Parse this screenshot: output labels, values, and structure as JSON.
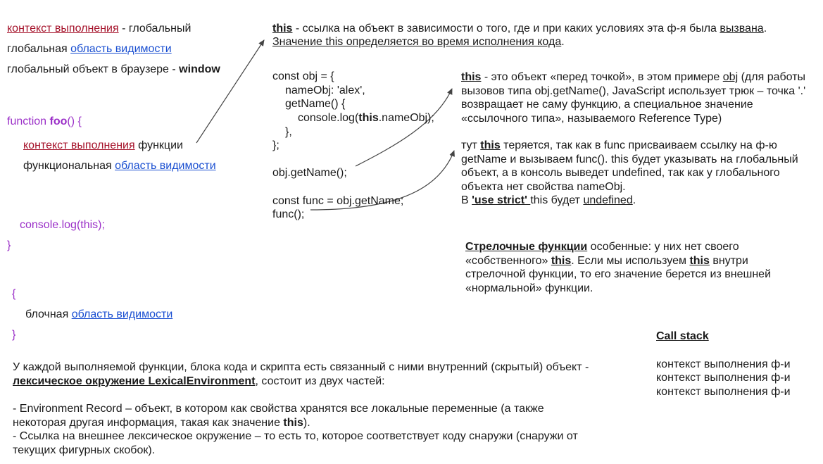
{
  "left": {
    "line1": {
      "term": "контекст выполнения",
      "rest": " - глобальный"
    },
    "line2": {
      "pre": "глобальная ",
      "link": "область видимости"
    },
    "line3": {
      "pre": "глобальный объект в браузере - ",
      "bold": "window"
    },
    "func": {
      "kw": "function ",
      "name": "foo",
      "rest": "() {",
      "ctx_term": "контекст выполнения",
      "ctx_rest": " функции",
      "scope_pre": "функциональная ",
      "scope_link": "область видимости",
      "console": "console.log(this);",
      "close": "}"
    },
    "block": {
      "open": "{",
      "pre": "блочная ",
      "link": "область видимости",
      "close": "}"
    }
  },
  "this_def": {
    "term": "this",
    "text": " - ссылка на объект в зависимости о того, где и при каких условиях эта ф-я была ",
    "called": "вызвана",
    "dot": ".",
    "line2": "Значение this определяется во время исполнения кода",
    "line2_end": "."
  },
  "code": {
    "l1": "const obj = {",
    "l2": "nameObj: 'alex',",
    "l3": "getName() {",
    "l4_a": "console.log(",
    "l4_b": "this",
    "l4_c": ".nameObj);",
    "l5": "},",
    "l6": "};",
    "l7": "obj.getName();",
    "l8": "const func = obj.getName;",
    "l9": "func();"
  },
  "note1": {
    "term": "this",
    "t1": " - это объект «перед точкой», в этом примере ",
    "obj": "obj",
    "t2": " (для работы вызовов типа obj.getName(), JavaScript использует трюк – точка '.' возвращает не саму функцию, а специальное значение «ссылочного типа», называемого Reference Type)"
  },
  "note2": {
    "t1": "тут ",
    "term": "this",
    "t2": " теряется, так как в func присваиваем ссылку на ф-ю getName и вызываем func(). this будет указывать на глобальный объект, а в консоль выведет undefined, так как у глобального объекта нет свойства nameObj.",
    "t3": "В ",
    "strict": "'use strict' ",
    "t4": "this будет ",
    "undef": "undefined",
    "t5": "."
  },
  "arrow_note": {
    "term": "Стрелочные функции",
    "t1": " особенные: у них нет своего «собственного» ",
    "this1": "this",
    "t2": ". Если мы используем ",
    "this2": "this",
    "t3": " внутри стрелочной функции, то его значение берется из внешней «нормальной» функции."
  },
  "callstack": {
    "title": "Call stack",
    "items": [
      "контекст выполнения ф-и",
      "контекст выполнения ф-и",
      "контекст выполнения ф-и"
    ]
  },
  "lexical": {
    "t1": "У каждой выполняемой функции, блока кода и скрипта есть связанный с ними внутренний (скрытый) объект - ",
    "term": "лексическое окружение LexicalEnvironment",
    "t2": ", состоит из двух частей:",
    "p1a": "- Environment Record – объект, в котором как свойства хранятся все локальные переменные (а также некоторая другая информация, такая как значение ",
    "p1b": "this",
    "p1c": ").",
    "p2": "- Ссылка на внешнее лексическое окружение – то есть то, которое соответствует коду снаружи (снаружи от текущих фигурных скобок)."
  },
  "colors": {
    "red": "#a5122a",
    "blue": "#1a4fd1",
    "purple": "#9b30c8",
    "arrow": "#444444"
  }
}
